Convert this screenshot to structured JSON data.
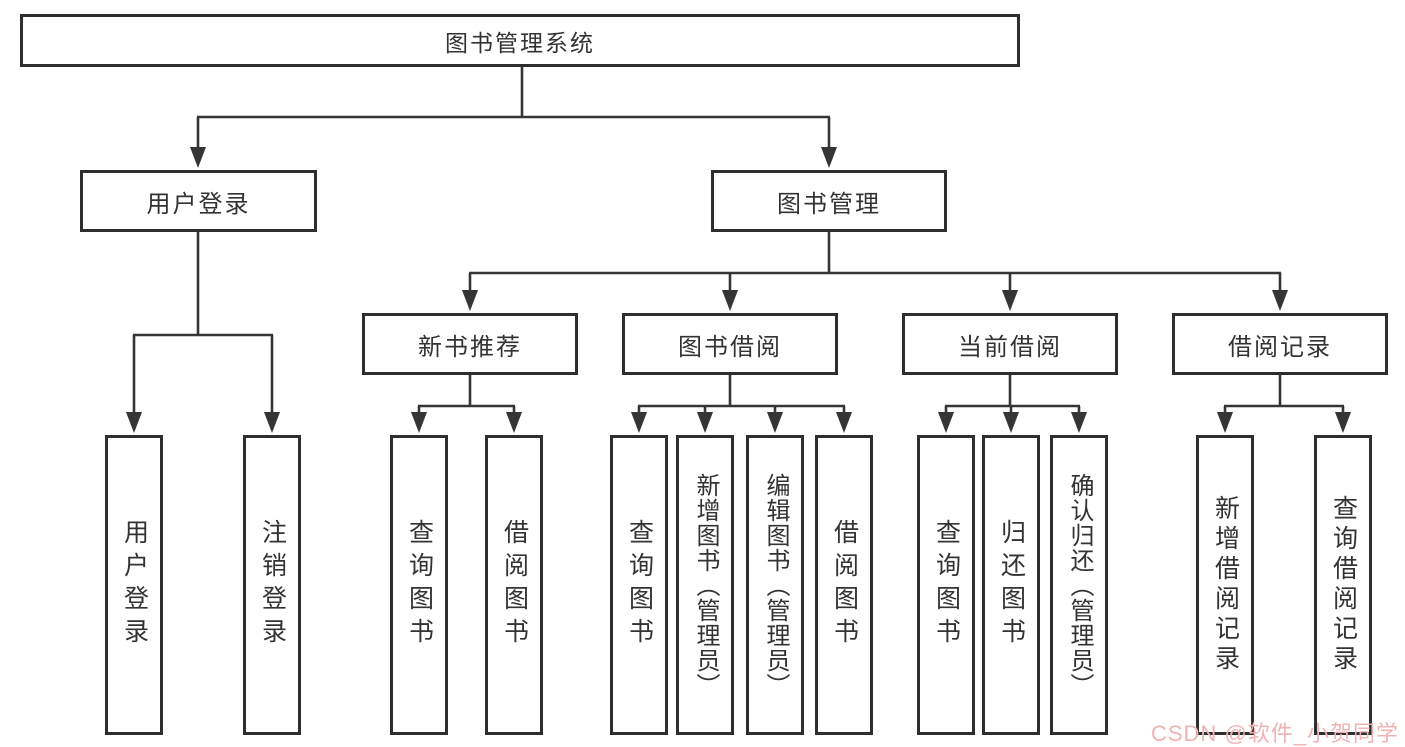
{
  "diagram": {
    "root": {
      "label": "图书管理系统"
    },
    "branches": [
      {
        "label": "用户登录",
        "children": [
          {
            "label": "用户登录"
          },
          {
            "label": "注销登录"
          }
        ]
      },
      {
        "label": "图书管理",
        "children": [
          {
            "label": "新书推荐",
            "children": [
              {
                "label": "查询图书"
              },
              {
                "label": "借阅图书"
              }
            ]
          },
          {
            "label": "图书借阅",
            "children": [
              {
                "label": "查询图书"
              },
              {
                "label": "新增图书（管理员）"
              },
              {
                "label": "编辑图书（管理员）"
              },
              {
                "label": "借阅图书"
              }
            ]
          },
          {
            "label": "当前借阅",
            "children": [
              {
                "label": "查询图书"
              },
              {
                "label": "归还图书"
              },
              {
                "label": "确认归还（管理员）"
              }
            ]
          },
          {
            "label": "借阅记录",
            "children": [
              {
                "label": "新增借阅记录"
              },
              {
                "label": "查询借阅记录"
              }
            ]
          }
        ]
      }
    ]
  },
  "watermark": "CSDN @软件_小贺同学",
  "colors": {
    "line": "#353535",
    "border": "#2e2e2e",
    "text": "#333333",
    "watermark": "#f0b3b3",
    "background": "#ffffff"
  }
}
